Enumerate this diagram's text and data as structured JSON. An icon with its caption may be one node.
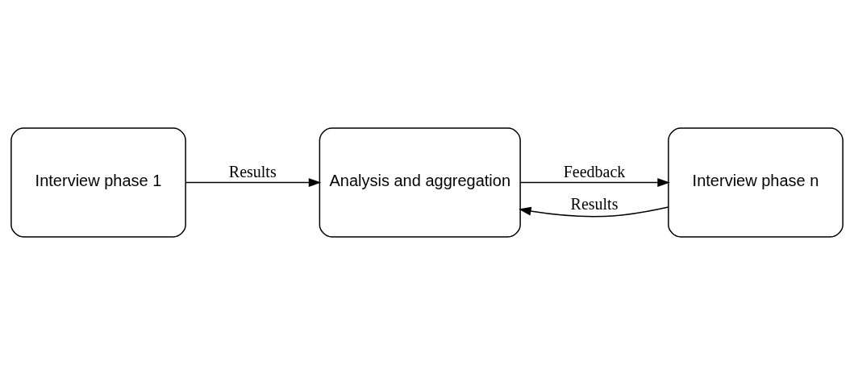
{
  "diagram": {
    "nodes": [
      {
        "text": [
          "Interview phase 1"
        ]
      },
      {
        "text": [
          "Analysis and aggregation"
        ]
      },
      {
        "text": [
          "Interview phase n"
        ]
      }
    ],
    "edges": [
      {
        "from": 0,
        "to": 1,
        "arrow": "to",
        "label": "Results"
      },
      {
        "from": 1,
        "to": 2,
        "arrow": "to",
        "label": "Feedback"
      },
      {
        "from": 2,
        "to": 1,
        "arrow": "to",
        "label": "Results"
      }
    ]
  }
}
